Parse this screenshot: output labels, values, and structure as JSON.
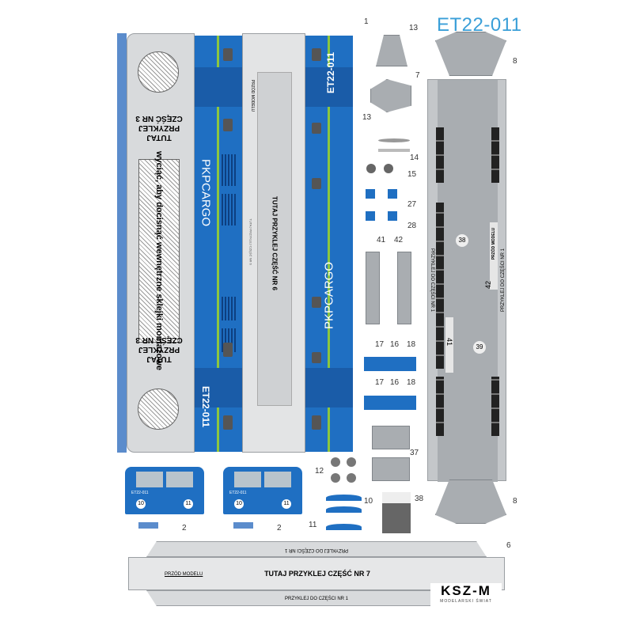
{
  "title": "ET22-011",
  "colors": {
    "title": "#3a9fd8",
    "body_blue": "#1f6fc2",
    "stripe_green": "#8cc63f",
    "paper_gray": "#d8dadc"
  },
  "part3": {
    "glue_label": [
      "TUTAJ",
      "PRZYKLEJ",
      "CZĘŚĆ NR 3"
    ],
    "cutout_label": "wyciąć, aby docisnąć wewnętrzne sklejki montażowe",
    "circle_label": "wyciąć aby docisnąć wewnętrzne sklejki montażowe",
    "tab_number": "2"
  },
  "side": {
    "brand": "PKPCARGO",
    "number": "ET22-011"
  },
  "roof": {
    "front_label": "PRZÓD MODELU",
    "glue_label": "TUTAJ PRZYKLEJ CZĘŚĆ NR 6",
    "small_label": "TUTAJ PRZYKLEJ CZĘŚĆ NR 6"
  },
  "part_numbers": [
    "1",
    "2",
    "6",
    "7",
    "8",
    "10",
    "11",
    "12",
    "13",
    "14",
    "15",
    "16",
    "17",
    "18",
    "27",
    "28",
    "37",
    "38",
    "39",
    "41",
    "42"
  ],
  "floor": {
    "side_label_left": "PRZYKLEJ DO CZĘŚCI NR 1",
    "side_label_right": "PRZYKLEJ DO CZĘŚCI NR 1",
    "front_label": "PRZÓD MODELU",
    "marker_38": "38",
    "marker_39": "39",
    "marker_41": "41",
    "marker_42": "42"
  },
  "cab": {
    "number": "ET22-011",
    "left_marker": "10",
    "right_marker": "11"
  },
  "bottom_part": {
    "glue_label": "TUTAJ PRZYKLEJ CZĘŚĆ NR 7",
    "front_label": "PRZÓD MODELU",
    "top_label": "PRZYKLEJ DO CZĘŚCI NR 1",
    "bottom_label": "PRZYKLEJ DO CZĘŚCI NR 1"
  },
  "logo": {
    "name": "KSZ-M",
    "tagline": "MODELARSKI ŚWIAT"
  }
}
